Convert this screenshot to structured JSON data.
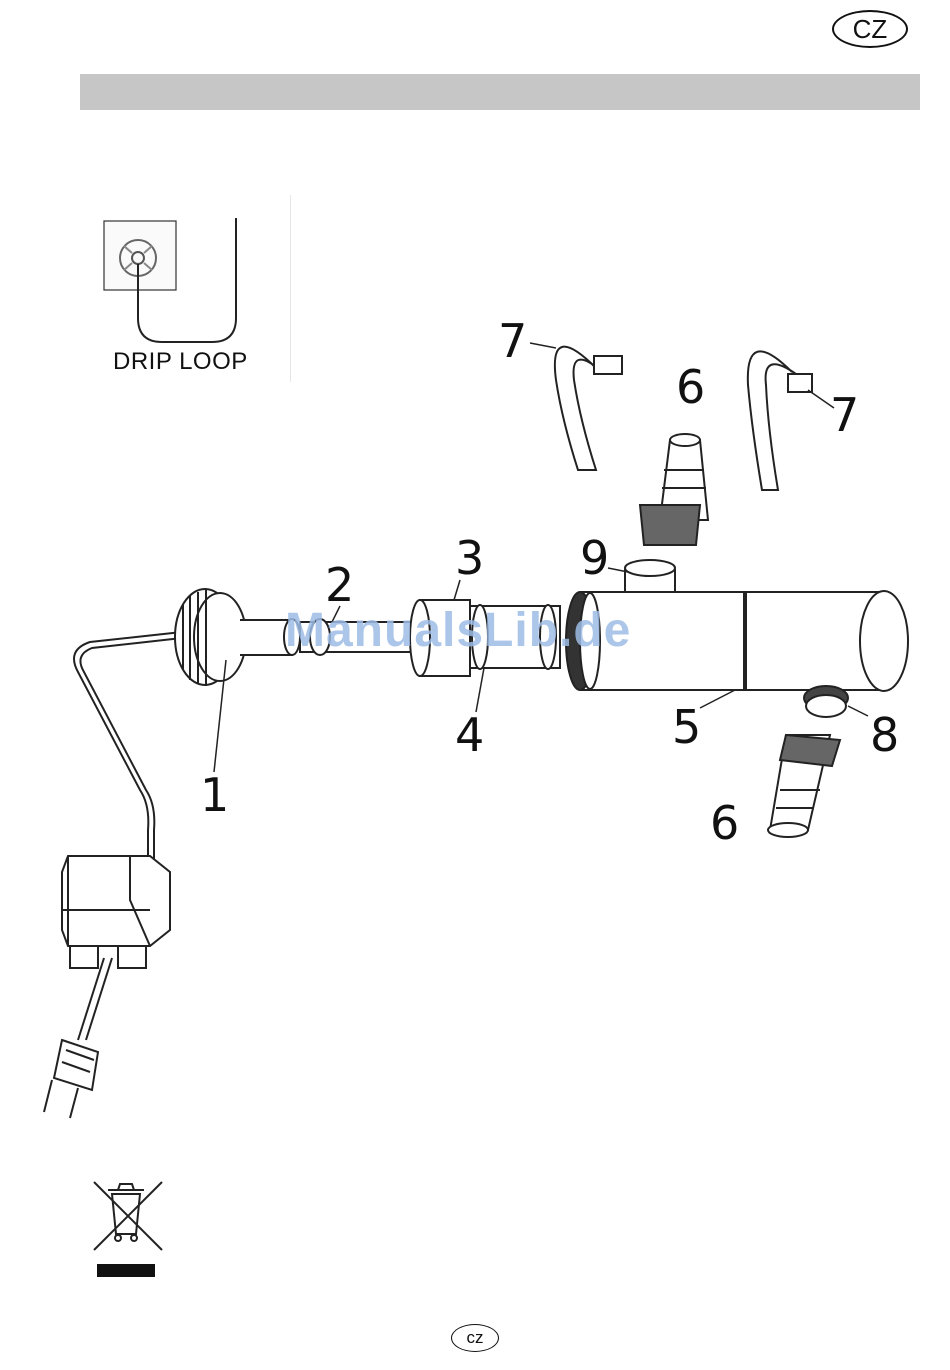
{
  "header": {
    "language_badge": "CZ"
  },
  "drip_loop": {
    "label": "DRIP LOOP"
  },
  "watermark": "ManualsLib.de",
  "part_labels": {
    "p1": "1",
    "p2": "2",
    "p3": "3",
    "p4": "4",
    "p5": "5",
    "p6a": "6",
    "p6b": "6",
    "p7a": "7",
    "p7b": "7",
    "p8": "8",
    "p9": "9"
  },
  "footer": {
    "page_badge": "cz"
  }
}
